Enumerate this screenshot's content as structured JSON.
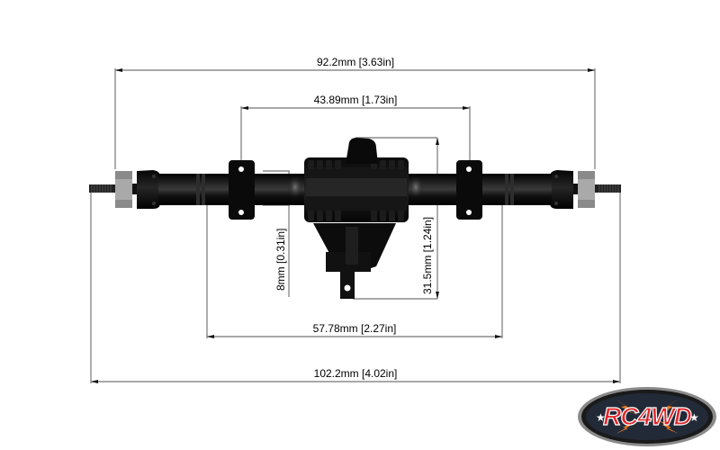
{
  "diagram": {
    "subject": "Rear axle assembly technical drawing",
    "background": "#ffffff",
    "line_color": "#888888",
    "part_color": "#111111",
    "nut_color": "#a8a8a8"
  },
  "dimensions": {
    "overall_hub_width": {
      "label": "92.2mm [3.63in]",
      "mm": 92.2,
      "in": 3.63,
      "orientation": "horizontal"
    },
    "link_mount_spacing": {
      "label": "43.89mm [1.73in]",
      "mm": 43.89,
      "in": 1.73,
      "orientation": "horizontal"
    },
    "tube_offset": {
      "label": "8mm [0.31in]",
      "mm": 8,
      "in": 0.31,
      "orientation": "vertical"
    },
    "pumpkin_height": {
      "label": "31.5mm [1.24in]",
      "mm": 31.5,
      "in": 1.24,
      "orientation": "vertical"
    },
    "inner_tube_width": {
      "label": "57.78mm [2.27in]",
      "mm": 57.78,
      "in": 2.27,
      "orientation": "horizontal"
    },
    "overall_width": {
      "label": "102.2mm [4.02in]",
      "mm": 102.2,
      "in": 4.02,
      "orientation": "horizontal"
    }
  },
  "logo": {
    "text": "RC4WD",
    "primary_color": "#e0262b",
    "background_color": "#1a1a1a",
    "accent_color": "#f07a20"
  }
}
